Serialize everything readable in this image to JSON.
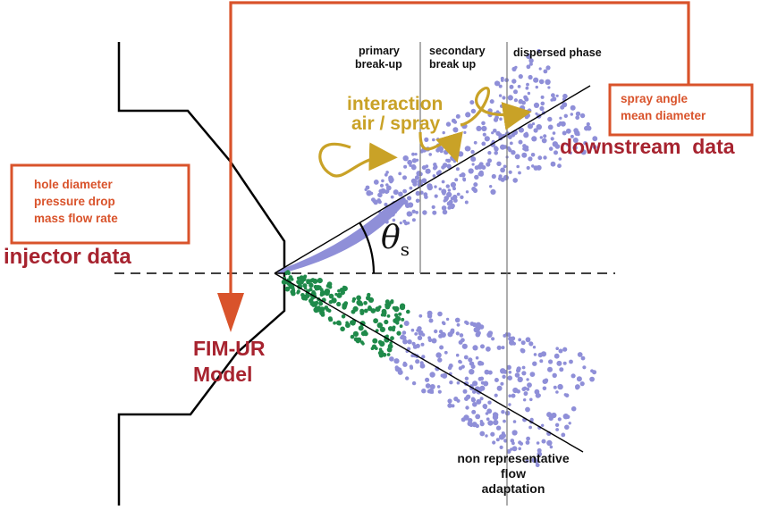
{
  "labels": {
    "injector_box": [
      "hole diameter",
      "pressure drop",
      "mass flow rate"
    ],
    "injector_data": "injector data",
    "spray_box": [
      "spray angle",
      "mean diameter"
    ],
    "downstream_data": "downstream  data",
    "interaction": [
      "interaction",
      "air / spray"
    ],
    "primary": [
      "primary",
      "break-up"
    ],
    "secondary": [
      "secondary",
      "break up"
    ],
    "dispersed": "dispersed phase",
    "theta": "θ",
    "theta_sub": "s",
    "model": [
      "FIM-UR",
      "Model"
    ],
    "non_rep": [
      "non representative",
      "flow",
      "adaptation"
    ]
  },
  "colors": {
    "orange": "#d9532b",
    "dark_red": "#a7232f",
    "gold": "#c9a227",
    "spray_blue": "#8f8fd8",
    "spray_green": "#1f8a4a",
    "nozzle": "#000000"
  },
  "icons": {
    "arrow": "down-arrow-icon",
    "swirl": "swirl-arrow-icon"
  }
}
